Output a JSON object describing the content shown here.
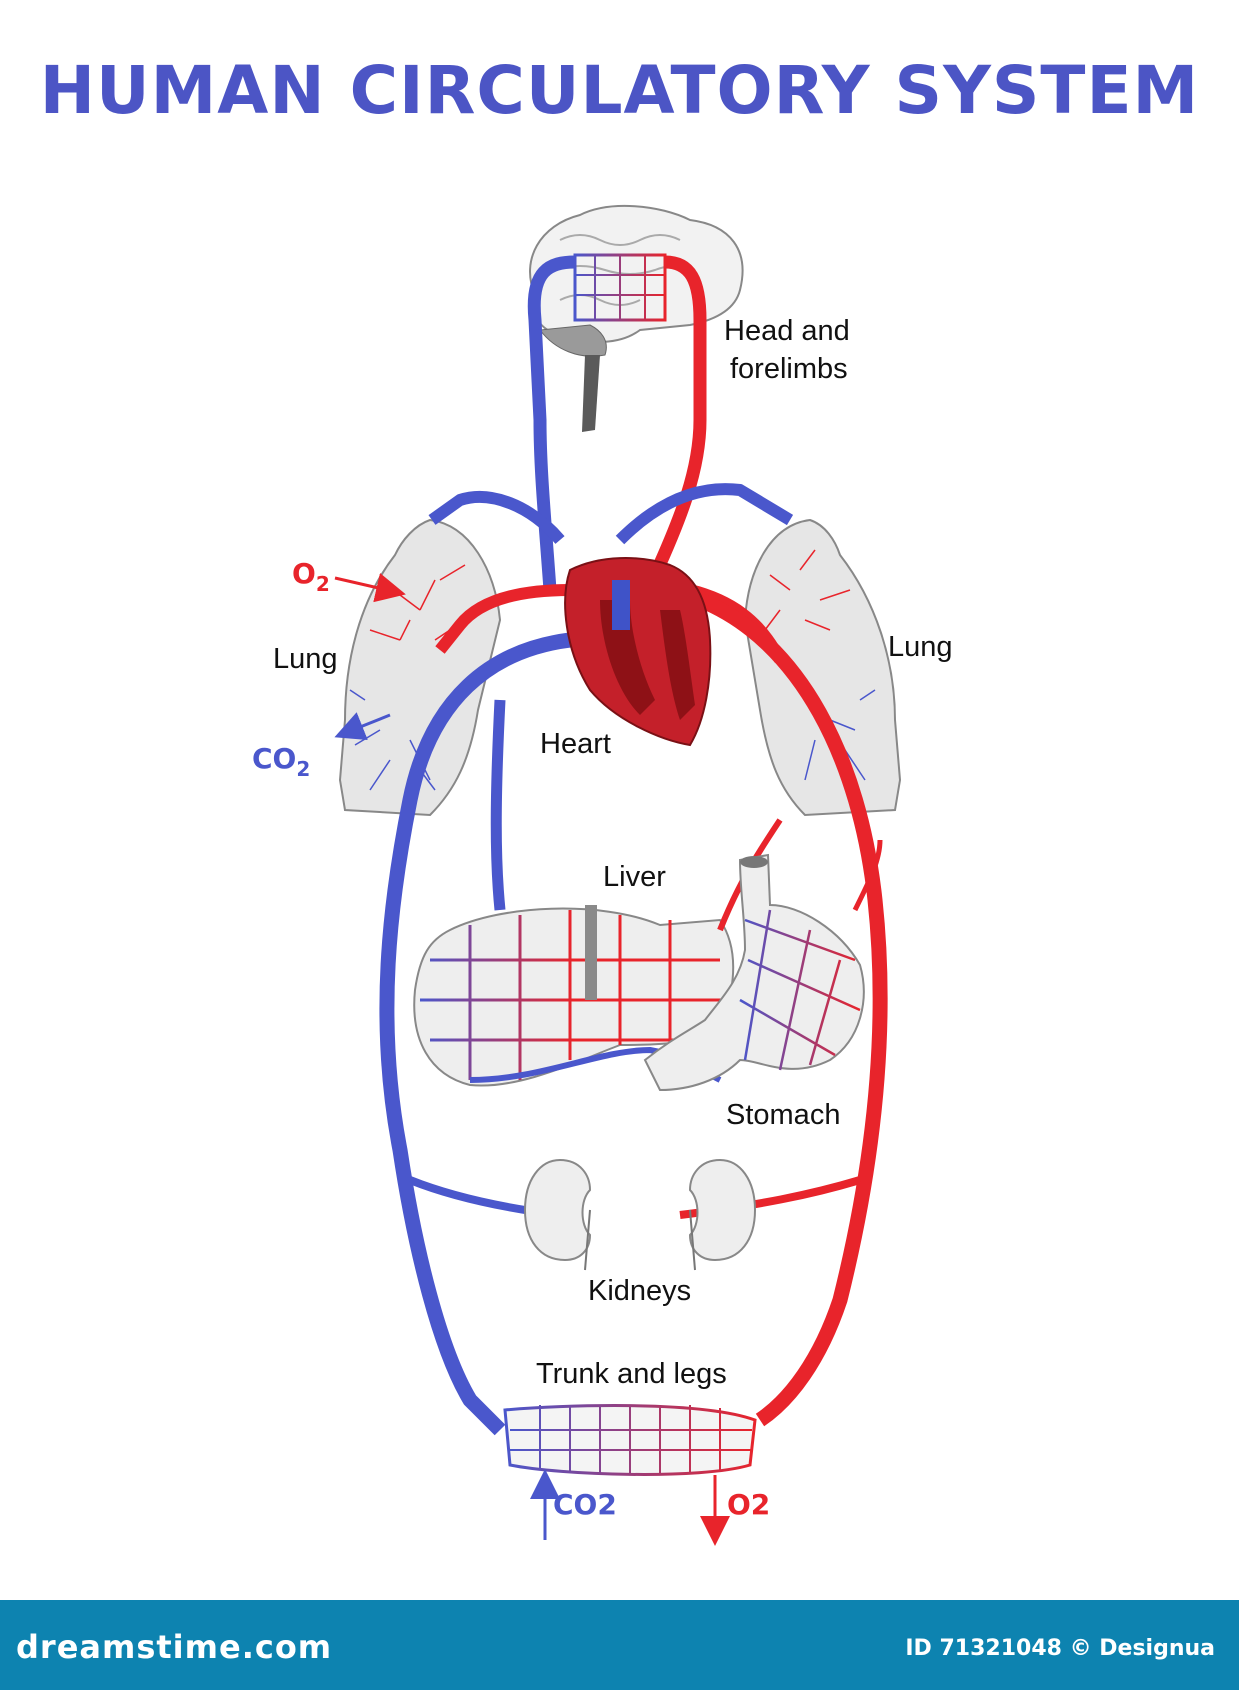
{
  "title": "HUMAN CIRCULATORY SYSTEM",
  "labels": {
    "head": [
      "Head and",
      "forelimbs"
    ],
    "lung_left": "Lung",
    "lung_right": "Lung",
    "heart": "Heart",
    "liver": "Liver",
    "stomach": "Stomach",
    "kidneys": "Kidneys",
    "trunk": "Trunk and legs"
  },
  "gases": {
    "lung_o2": "O",
    "lung_o2_sub": "2",
    "lung_co2": "CO",
    "lung_co2_sub": "2",
    "trunk_co2": "CO2",
    "trunk_o2": "O2"
  },
  "colors": {
    "oxygenated": "#e8242b",
    "deoxygenated": "#4a57cc",
    "title": "#4c55c5",
    "footer": "#0d83b0"
  },
  "footer": {
    "logo": "dreamstime.com",
    "credit": "ID 71321048 © Designua"
  }
}
